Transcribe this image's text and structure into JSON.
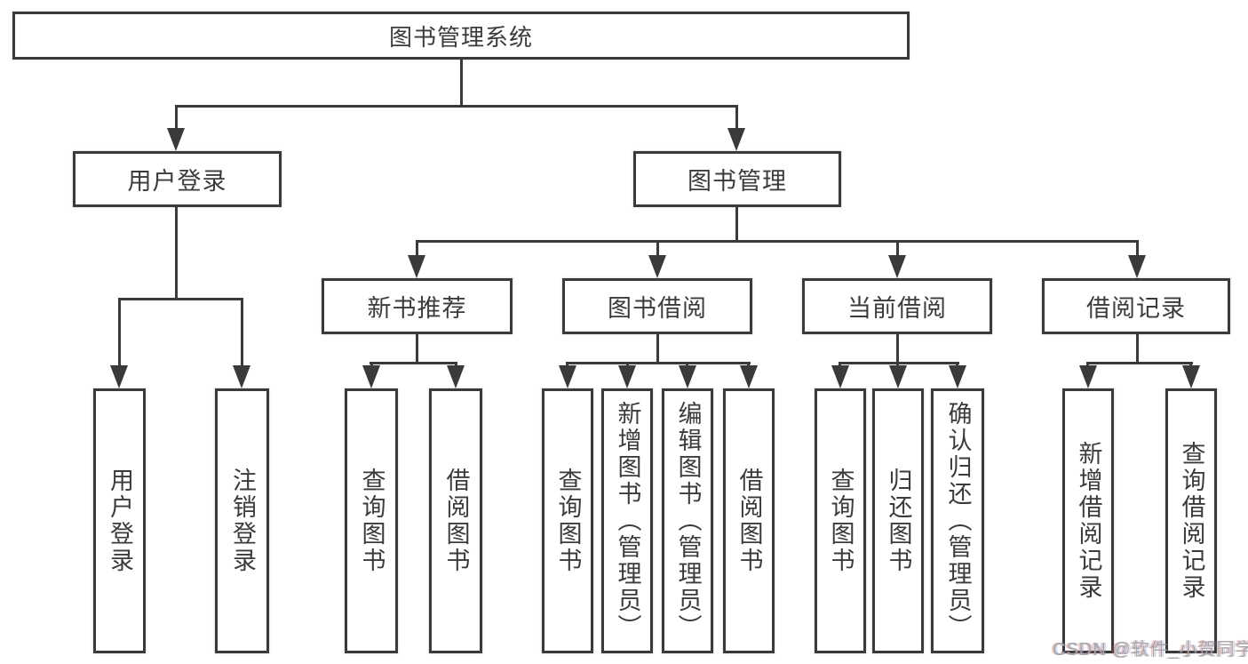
{
  "colors": {
    "line": "#3a3a3a",
    "text": "#3b3b3b",
    "background": "#ffffff",
    "watermark": "#a6a6a6"
  },
  "nodes": {
    "root": "图书管理系统",
    "user_login": "用户登录",
    "book_mgmt": "图书管理",
    "new_books": "新书推荐",
    "book_borrow": "图书借阅",
    "current_borrow": "当前借阅",
    "borrow_records": "借阅记录",
    "leaf_user_login": "用户登录",
    "leaf_logout": "注销登录",
    "nb_query": "查询图书",
    "nb_borrow": "借阅图书",
    "bb_query": "查询图书",
    "bb_add": "新增图书（管理员）",
    "bb_edit": "编辑图书（管理员）",
    "bb_borrow": "借阅图书",
    "cb_query": "查询图书",
    "cb_return": "归还图书",
    "cb_confirm": "确认归还（管理员）",
    "br_add": "新增借阅记录",
    "br_query": "查询借阅记录"
  },
  "tree": {
    "root": "图书管理系统",
    "children": [
      {
        "label": "用户登录",
        "children": [
          "用户登录",
          "注销登录"
        ]
      },
      {
        "label": "图书管理",
        "children": [
          {
            "label": "新书推荐",
            "children": [
              "查询图书",
              "借阅图书"
            ]
          },
          {
            "label": "图书借阅",
            "children": [
              "查询图书",
              "新增图书（管理员）",
              "编辑图书（管理员）",
              "借阅图书"
            ]
          },
          {
            "label": "当前借阅",
            "children": [
              "查询图书",
              "归还图书",
              "确认归还（管理员）"
            ]
          },
          {
            "label": "借阅记录",
            "children": [
              "新增借阅记录",
              "查询借阅记录"
            ]
          }
        ]
      }
    ]
  },
  "watermark": "CSDN @软件_小贺同学"
}
